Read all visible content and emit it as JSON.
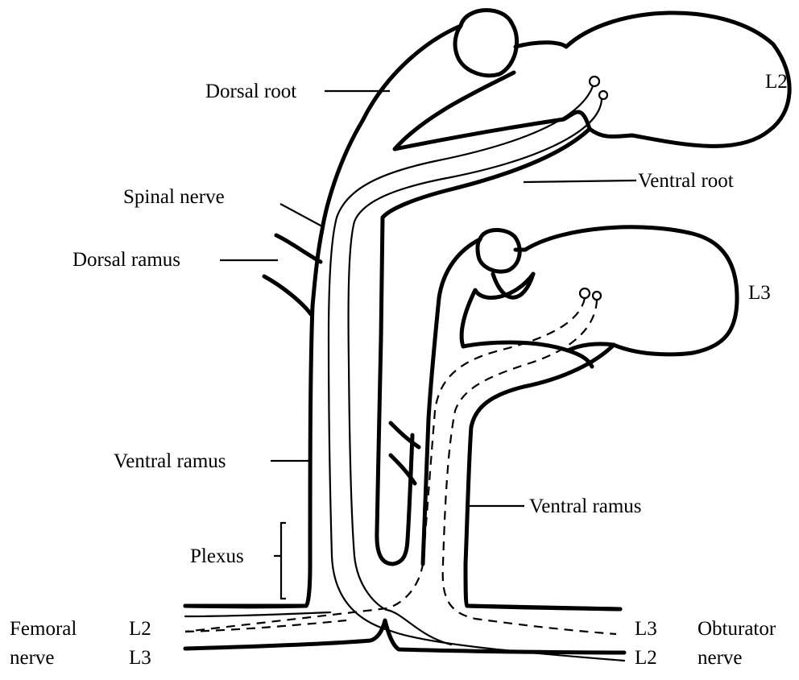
{
  "labels": {
    "l2": "L2",
    "l3": "L3",
    "dorsal_root": "Dorsal root",
    "ventral_root": "Ventral root",
    "spinal_nerve": "Spinal nerve",
    "dorsal_ramus": "Dorsal ramus",
    "ventral_ramus_left": "Ventral ramus",
    "ventral_ramus_right": "Ventral ramus",
    "plexus": "Plexus",
    "femoral": "Femoral",
    "femoral_nerve": "nerve",
    "femoral_l2": "L2",
    "femoral_l3": "L3",
    "obturator": "Obturator",
    "obturator_nerve": "nerve",
    "obturator_l3": "L3",
    "obturator_l2": "L2"
  }
}
